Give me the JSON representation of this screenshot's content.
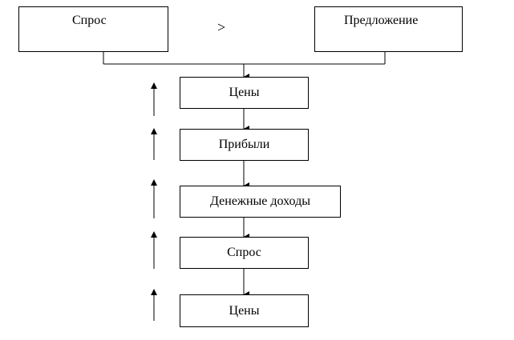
{
  "top": {
    "demand_label": "Спрос",
    "comparison_symbol": ">",
    "supply_label": "Предложение"
  },
  "chain": [
    {
      "label": "Цены"
    },
    {
      "label": "Прибыли"
    },
    {
      "label": "Денежные доходы"
    },
    {
      "label": "Спрос"
    },
    {
      "label": "Цены"
    }
  ],
  "colors": {
    "line": "#000000",
    "background": "#ffffff"
  }
}
